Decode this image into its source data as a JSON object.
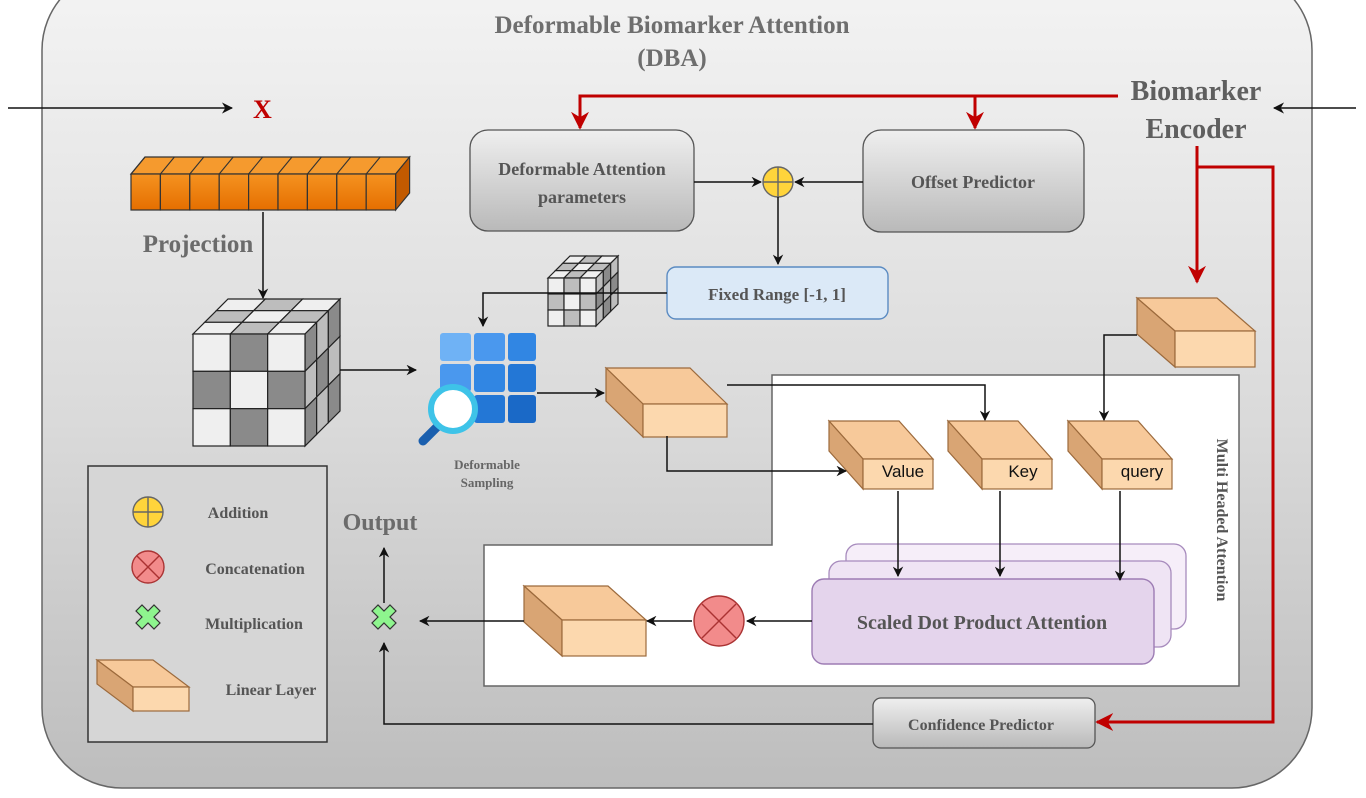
{
  "title": {
    "line1": "Deformable Biomarker Attention",
    "line2": "(DBA)"
  },
  "input_label": "X",
  "biomarker_encoder": {
    "line1": "Biomarker",
    "line2": "Encoder"
  },
  "blocks": {
    "deformable_params": {
      "line1": "Deformable Attention",
      "line2": "parameters"
    },
    "offset_predictor": "Offset Predictor",
    "fixed_range": "Fixed Range [-1, 1]",
    "confidence_predictor": "Confidence Predictor",
    "scaled_dot": "Scaled Dot Product Attention"
  },
  "labels": {
    "projection": "Projection",
    "deformable_sampling_line1": "Deformable",
    "deformable_sampling_line2": "Sampling",
    "output": "Output",
    "multi_head": "Multi Headed Attention",
    "value": "Value",
    "key": "Key",
    "query": "query"
  },
  "legend": {
    "addition": "Addition",
    "concatenation": "Concatenation",
    "multiplication": "Multiplication",
    "linear_layer": "Linear Layer"
  },
  "colors": {
    "red_arrow": "#c00000",
    "orange": "#f07f0a",
    "linear_front": "#fcd8ae",
    "linear_top": "#f7c99a",
    "linear_side": "#d9a574",
    "addition": "#ffd43b",
    "concatenation": "#f28b8b",
    "multiplication": "#8ef58e",
    "purple": "#e4d4ec",
    "fixed_range": "#dbe9f7",
    "title_grey": "#6e6e6e"
  }
}
